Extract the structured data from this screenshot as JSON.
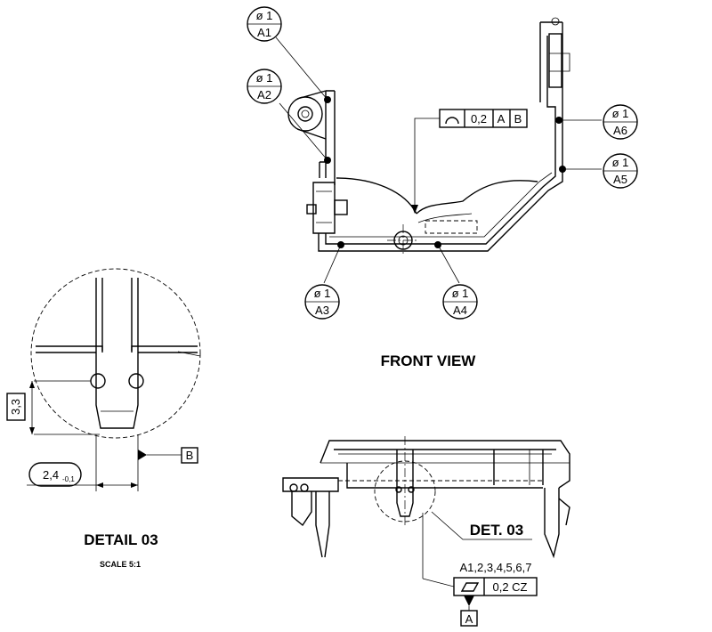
{
  "targets": [
    {
      "top": "ø 1",
      "bottom": "A1"
    },
    {
      "top": "ø 1",
      "bottom": "A2"
    },
    {
      "top": "ø 1",
      "bottom": "A3"
    },
    {
      "top": "ø 1",
      "bottom": "A4"
    },
    {
      "top": "ø 1",
      "bottom": "A5"
    },
    {
      "top": "ø 1",
      "bottom": "A6"
    }
  ],
  "front_view": {
    "title": "FRONT VIEW",
    "profile_fcf": {
      "symbol": "profile-of-surface",
      "tolerance": "0,2",
      "datum1": "A",
      "datum2": "B"
    }
  },
  "detail": {
    "title": "DETAIL 03",
    "scale": "SCALE  5:1",
    "dim_height": "3,3",
    "dim_width_value": "2,4",
    "dim_width_tol": "-0,1",
    "datum_b": "B"
  },
  "side_view": {
    "detail_callout": "DET. 03",
    "flatness_targets": "A1,2,3,4,5,6,7",
    "flatness_fcf": {
      "symbol": "flatness",
      "tolerance": "0,2 CZ"
    },
    "datum_a": "A"
  }
}
